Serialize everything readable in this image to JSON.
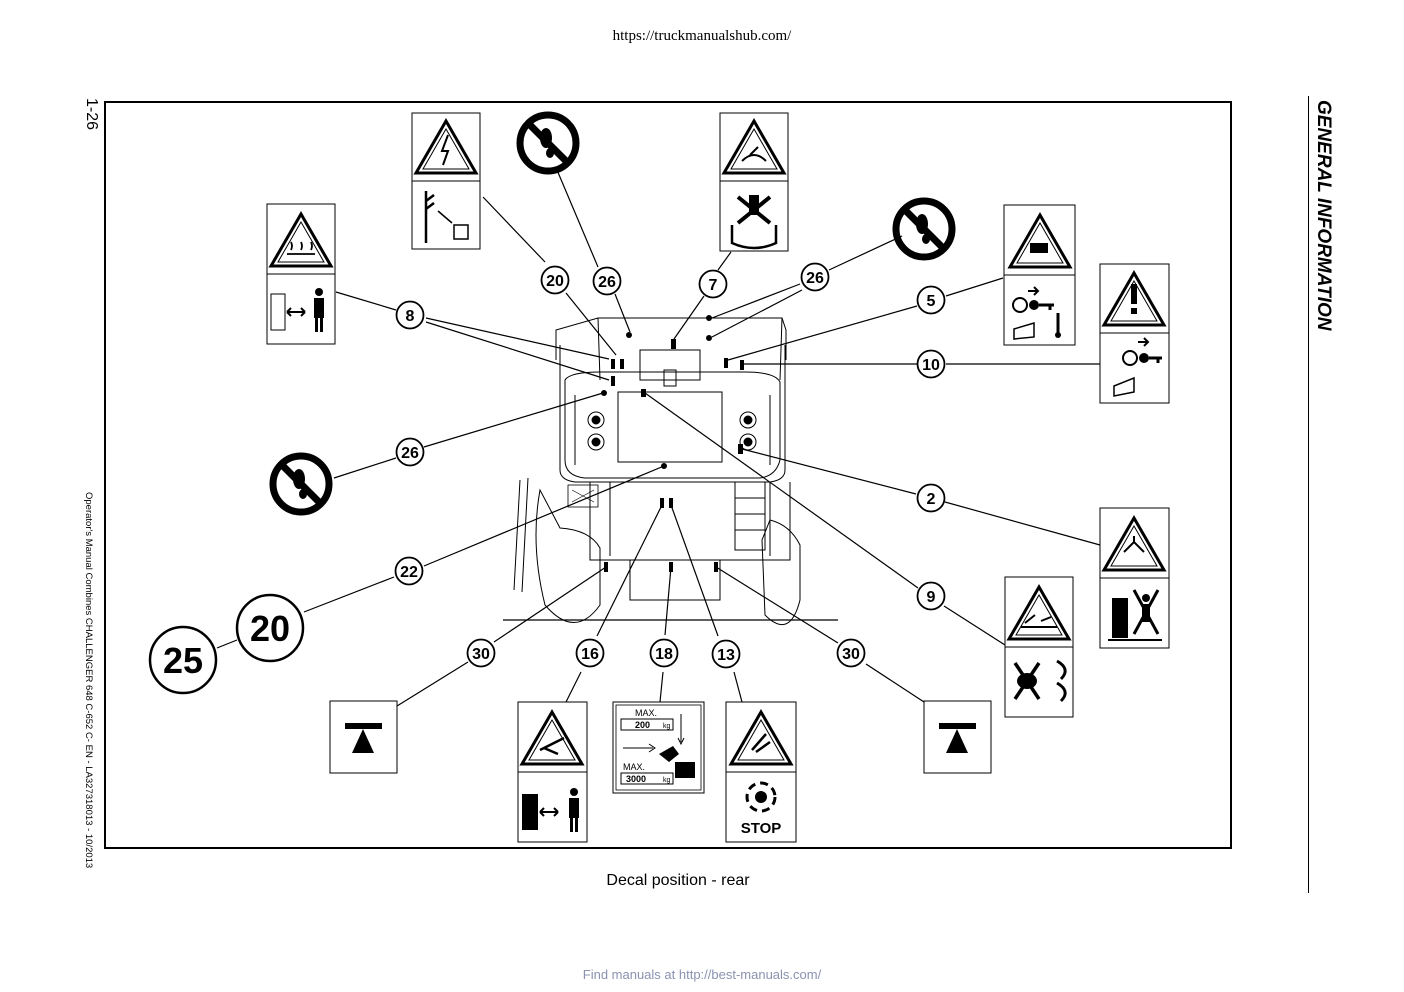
{
  "header": {
    "url": "https://truckmanualshub.com/"
  },
  "page": {
    "number": "1-26",
    "section_title": "GENERAL INFORMATION",
    "manual_reference": "Operator's Manual Combines  CHALLENGER 648 C-652 C- EN - LA327318013 - 10/2013",
    "caption": "Decal position - rear"
  },
  "footer": {
    "link": "Find manuals at http://best-manuals.com/"
  },
  "callouts": [
    "20",
    "26",
    "7",
    "26",
    "8",
    "5",
    "10",
    "26",
    "2",
    "22",
    "9",
    "30",
    "16",
    "18",
    "13",
    "30",
    "20",
    "25"
  ],
  "decals": {
    "load_label_max_top": "MAX.",
    "load_label_value_top": "200",
    "load_label_unit_top": "kg",
    "load_label_max_bottom": "MAX.",
    "load_label_value_bottom": "3000",
    "load_label_unit_bottom": "kg",
    "stop_text": "STOP"
  },
  "colors": {
    "ink": "#000000",
    "paper": "#ffffff",
    "link": "#8a92b0"
  }
}
